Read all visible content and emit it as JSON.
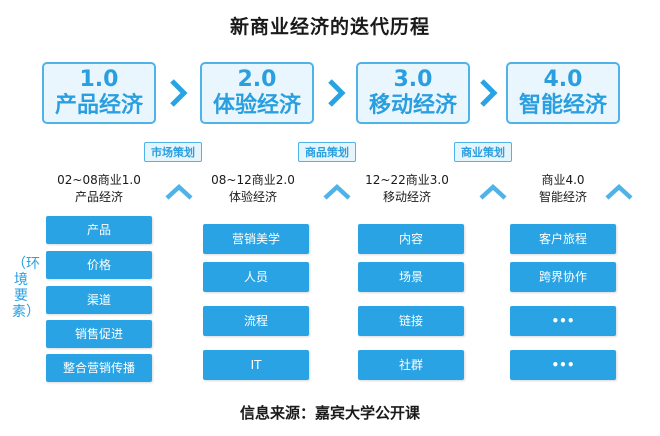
{
  "title": "新商业经济的迭代历程",
  "stages": [
    {
      "ver": "1.0",
      "name": "产品经济"
    },
    {
      "ver": "2.0",
      "name": "体验经济"
    },
    {
      "ver": "3.0",
      "name": "移动经济"
    },
    {
      "ver": "4.0",
      "name": "智能经济"
    }
  ],
  "strategies": [
    "市场策划",
    "商品策划",
    "商业策划"
  ],
  "eras": [
    {
      "line1": "02~08商业1.0",
      "line2": "产品经济"
    },
    {
      "line1": "08~12商业2.0",
      "line2": "体验经济"
    },
    {
      "line1": "12~22商业3.0",
      "line2": "移动经济"
    },
    {
      "line1": "商业4.0",
      "line2": "智能经济"
    }
  ],
  "side_label": "（环境要素）",
  "columns": [
    [
      "产品",
      "价格",
      "渠道",
      "销售促进",
      "整合营销传播"
    ],
    [
      "营销美学",
      "人员",
      "流程",
      "IT"
    ],
    [
      "内容",
      "场景",
      "链接",
      "社群"
    ],
    [
      "客户旅程",
      "跨界协作",
      "•••",
      "•••"
    ]
  ],
  "source": "信息来源：嘉宾大学公开课",
  "colors": {
    "accent": "#29a3e3",
    "outline": "#4fb3e8",
    "light": "#eaf6fd"
  }
}
